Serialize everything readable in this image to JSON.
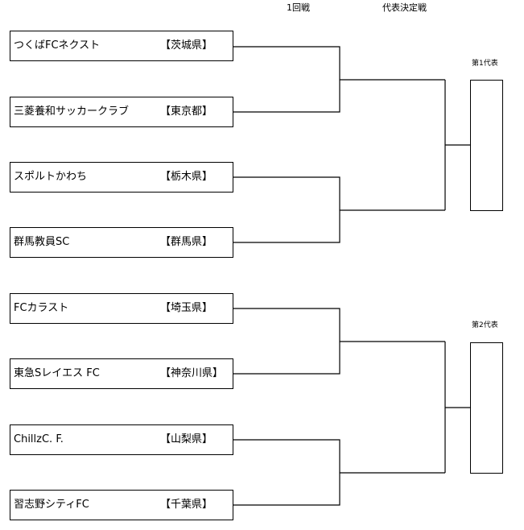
{
  "headers": {
    "round1": "1回戦",
    "final": "代表決定戦"
  },
  "blocks": [
    {
      "representative_label": "第1代表",
      "teams": [
        {
          "name": "つくばFCネクスト",
          "prefecture": "【茨城県】"
        },
        {
          "name": "三菱養和サッカークラブ",
          "prefecture": "【東京都】"
        },
        {
          "name": "スポルトかわち",
          "prefecture": "【栃木県】"
        },
        {
          "name": "群馬教員SC",
          "prefecture": "【群馬県】"
        }
      ]
    },
    {
      "representative_label": "第2代表",
      "teams": [
        {
          "name": "FCカラスト",
          "prefecture": "【埼玉県】"
        },
        {
          "name": "東急Sレイエス FC",
          "prefecture": "【神奈川県】"
        },
        {
          "name": "ChillzC. F.",
          "prefecture": "【山梨県】"
        },
        {
          "name": "習志野シティFC",
          "prefecture": "【千葉県】"
        }
      ]
    }
  ]
}
